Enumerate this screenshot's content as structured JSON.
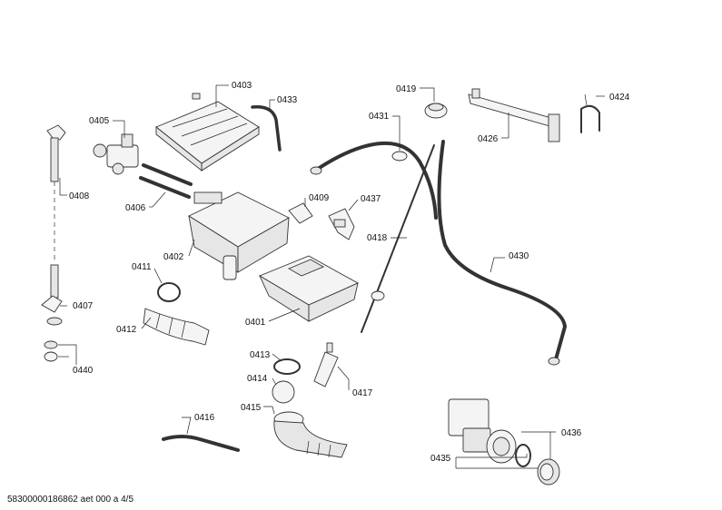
{
  "labels": {
    "p0403": "0403",
    "p0433": "0433",
    "p0405": "0405",
    "p0408": "0408",
    "p0406": "0406",
    "p0402": "0402",
    "p0409": "0409",
    "p0437": "0437",
    "p0411": "0411",
    "p0412": "0412",
    "p0407": "0407",
    "p0440": "0440",
    "p0401": "0401",
    "p0419": "0419",
    "p0431": "0431",
    "p0426": "0426",
    "p0424": "0424",
    "p0418": "0418",
    "p0430": "0430",
    "p0413": "0413",
    "p0414": "0414",
    "p0415": "0415",
    "p0417": "0417",
    "p0416": "0416",
    "p0436": "0436",
    "p0435": "0435"
  },
  "footer": {
    "doc_id": "58300000186862 aet 000 a 4/5"
  }
}
